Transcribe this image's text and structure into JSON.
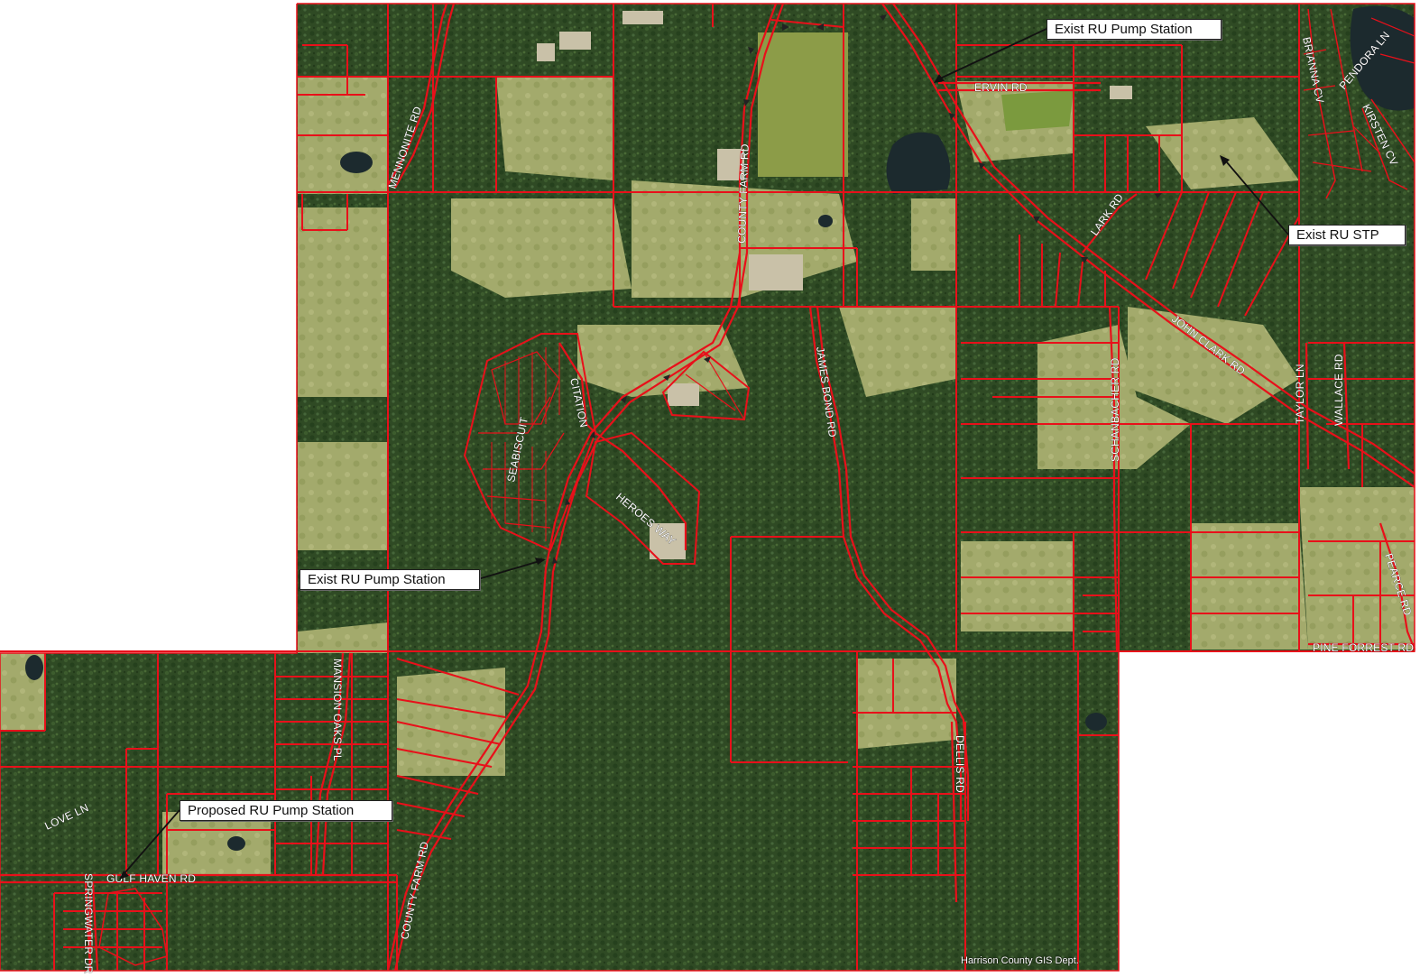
{
  "map": {
    "callouts": {
      "pump_station_north": "Exist RU Pump Station",
      "stp": "Exist RU STP",
      "pump_station_middle": "Exist RU Pump Station",
      "proposed_pump_station": "Proposed RU Pump Station"
    },
    "road_labels": {
      "ervin_rd": "ERVIN RD",
      "mennonite_rd": "MENNONITE RD",
      "county_farm_rd_north": "COUNTY FARM RD",
      "county_farm_rd_south": "COUNTY FARM RD",
      "james_bond_rd": "JAMES BOND RD",
      "citation": "CITATION",
      "seabiscuit": "SEABISCUIT",
      "heroes_way": "HEROES WAY",
      "schanbacher_rd": "SCHANBACHER RD",
      "john_clark_rd": "JOHN CLARK RD",
      "taylor_ln": "TAYLOR LN",
      "wallace_rd": "WALLACE RD",
      "brianna_cv": "BRIANNA CV",
      "kirsten_cv": "KIRSTEN CV",
      "pendora_ln": "PENDORA LN",
      "pearce_rd": "PEARCE RD",
      "pine_forrest_rd": "PINE FORREST RD",
      "dellis_rd": "DELLIS RD",
      "mansion_oaks_pl": "MANSION OAKS PL",
      "love_ln": "LOVE LN",
      "gulf_haven_rd": "GULF HAVEN RD",
      "springwater_dr": "SPRINGWATER DR",
      "lark_rd": "LARK RD"
    },
    "credit": "Harrison County GIS Dept.",
    "colors": {
      "parcel_line": "#e8101a",
      "forest": "#2f4a24",
      "field": "#9fa868",
      "water": "#1c2a2e",
      "background": "#ffffff"
    }
  }
}
